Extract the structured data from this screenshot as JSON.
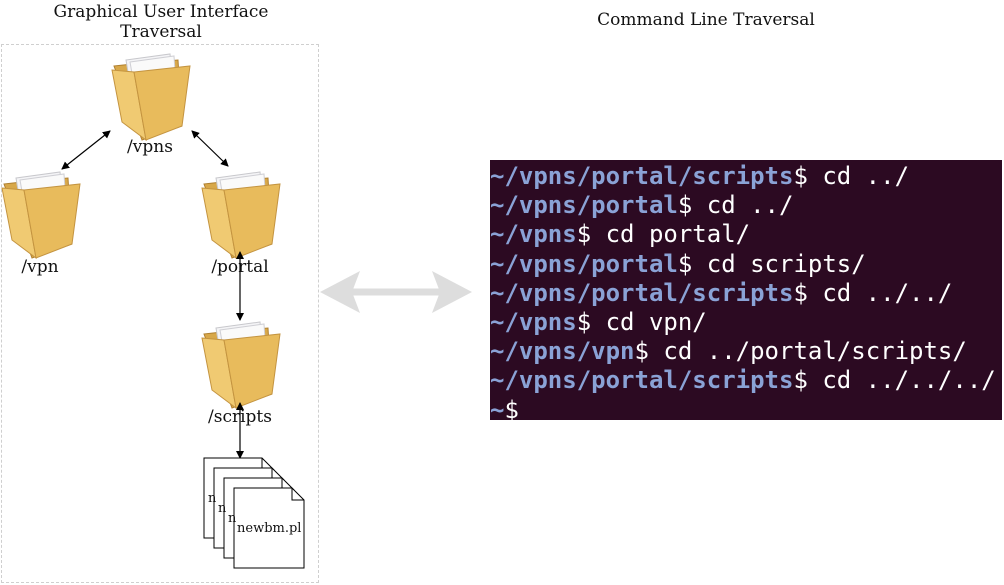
{
  "titles": {
    "gui_line1": "Graphical User Interface",
    "gui_line2": "Traversal",
    "cli": "Command Line Traversal"
  },
  "folders": {
    "vpns": "/vpns",
    "vpn": "/vpn",
    "portal": "/portal",
    "scripts": "/scripts"
  },
  "documents": {
    "doc1": "n",
    "doc2": "n",
    "doc3": "n",
    "doc4": "newbm.pl"
  },
  "terminal": {
    "lines": [
      {
        "path": "~/vpns/portal/scripts",
        "cmd": "$ cd ../"
      },
      {
        "path": "~/vpns/portal",
        "cmd": "$ cd ../"
      },
      {
        "path": "~/vpns",
        "cmd": "$ cd portal/"
      },
      {
        "path": "~/vpns/portal",
        "cmd": "$ cd scripts/"
      },
      {
        "path": "~/vpns/portal/scripts",
        "cmd": "$ cd ../../"
      },
      {
        "path": "~/vpns",
        "cmd": "$ cd vpn/"
      },
      {
        "path": "~/vpns/vpn",
        "cmd": "$ cd ../portal/scripts/"
      },
      {
        "path": "~/vpns/portal/scripts",
        "cmd": "$ cd ../../../"
      },
      {
        "path": "~",
        "cmd": "$"
      }
    ]
  },
  "colors": {
    "terminal_bg": "#2c0a22",
    "prompt_path": "#8aa2d6",
    "folder": "#e8c06a",
    "big_arrow": "#dddddd"
  }
}
